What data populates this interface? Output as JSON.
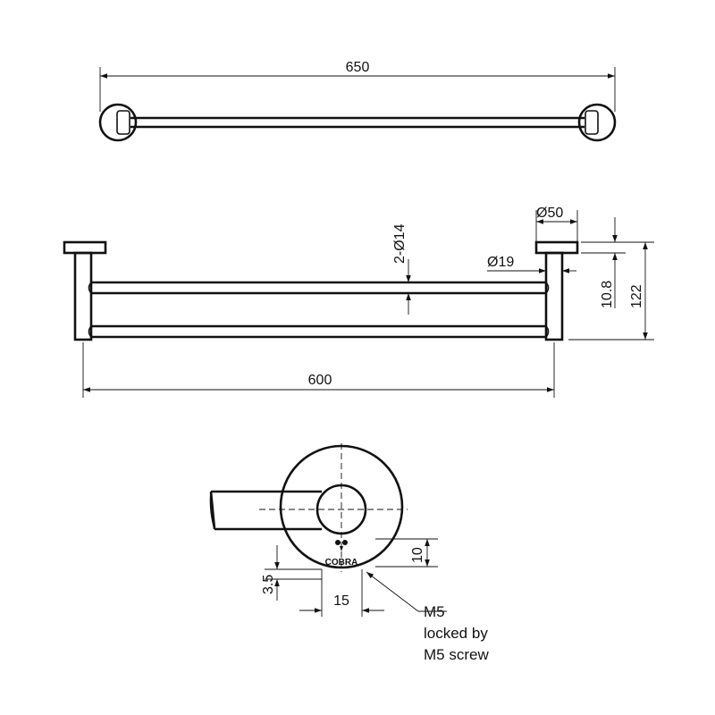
{
  "top_view": {
    "overall_length": "650"
  },
  "front_view": {
    "rail_callout": "2-Ø14",
    "flange_diameter": "Ø50",
    "post_diameter": "Ø19",
    "offset_small": "10.8",
    "height": "122",
    "rail_length": "600"
  },
  "side_view": {
    "dim_10": "10",
    "dim_3_5": "3.5",
    "dim_15": "15",
    "brand_logo": "COBRA",
    "screw_note": [
      "M5",
      "locked by",
      "M5 screw"
    ]
  }
}
